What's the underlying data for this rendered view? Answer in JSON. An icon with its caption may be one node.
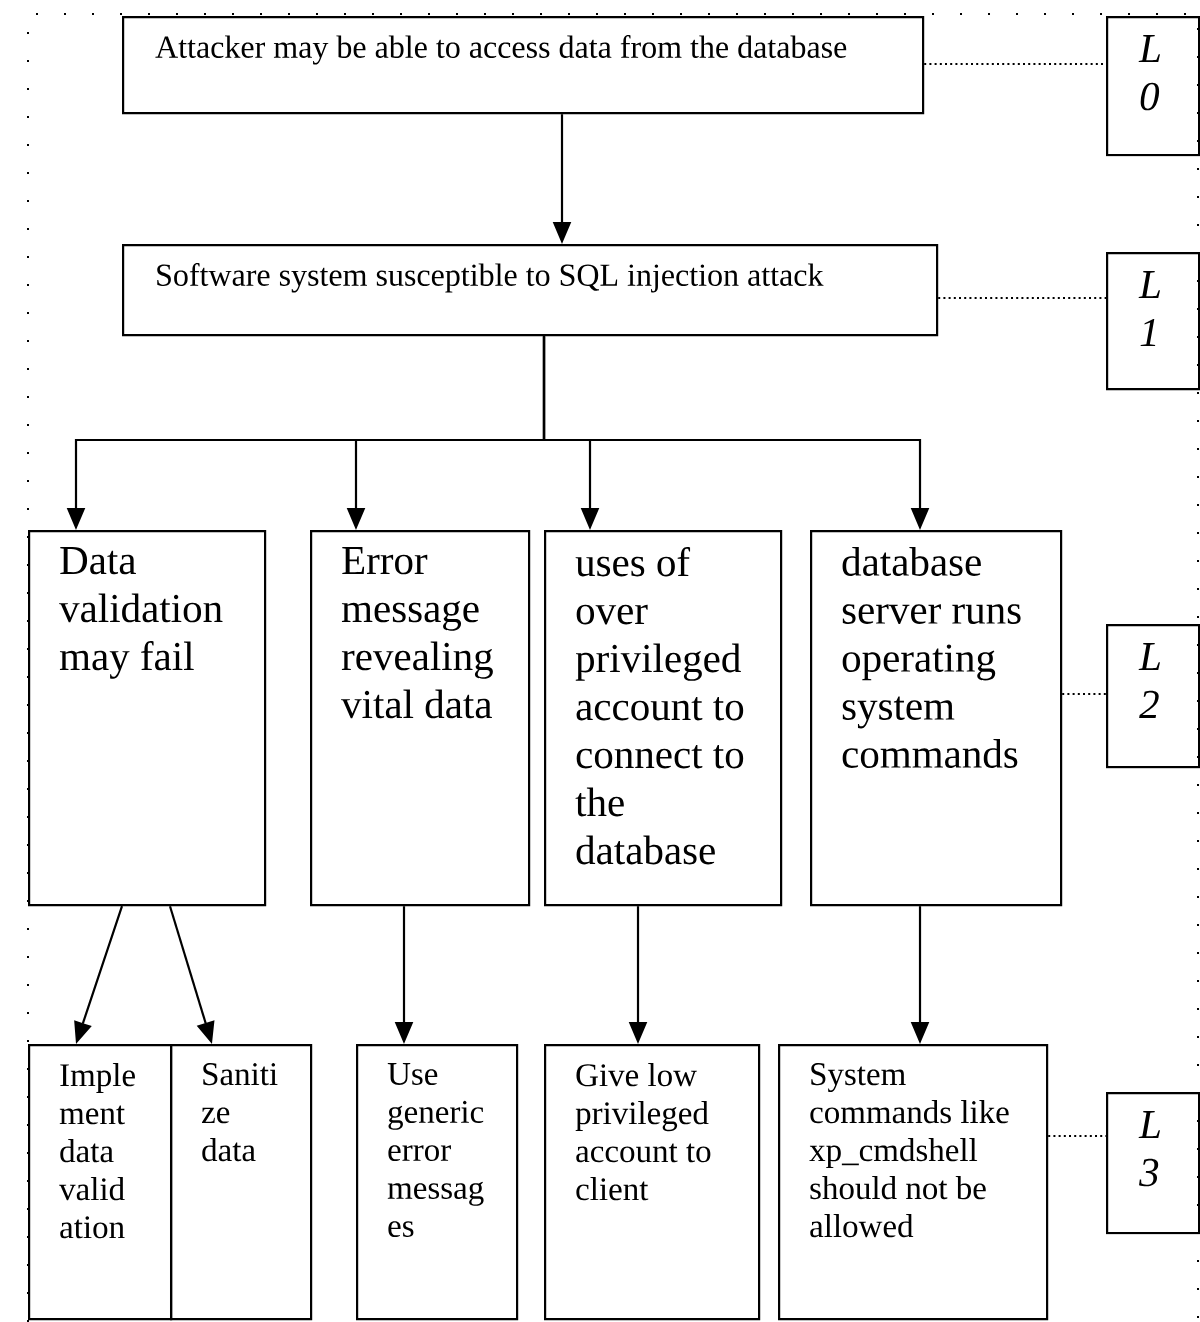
{
  "diagram": {
    "nodes": [
      {
        "text": [
          "Attacker may be able to access data from the database"
        ]
      },
      {
        "text": [
          "Software system susceptible to SQL injection attack"
        ]
      },
      {
        "text": [
          "Data validation may fail"
        ]
      },
      {
        "text": [
          "Error message revealing vital data"
        ]
      },
      {
        "text": [
          "uses of over privileged account to connect to the database"
        ]
      },
      {
        "text": [
          "database server runs operating system commands"
        ]
      },
      {
        "text": [
          "Imple ment data valid ation"
        ]
      },
      {
        "text": [
          "Saniti ze data"
        ]
      },
      {
        "text": [
          "Use generic error messag es"
        ]
      },
      {
        "text": [
          "Give low privileged account to client"
        ]
      },
      {
        "text": [
          "System commands like xp_cmdshell should not be allowed"
        ]
      },
      {
        "text": [
          "L 0"
        ]
      },
      {
        "text": [
          "L 1"
        ]
      },
      {
        "text": [
          "L 2"
        ]
      },
      {
        "text": [
          "L 3"
        ]
      }
    ],
    "edges": [
      {
        "from": 0,
        "to": 1,
        "arrow": "to"
      },
      {
        "from": 1,
        "to": 2,
        "arrow": "to"
      },
      {
        "from": 1,
        "to": 3,
        "arrow": "to"
      },
      {
        "from": 1,
        "to": 4,
        "arrow": "to"
      },
      {
        "from": 1,
        "to": 5,
        "arrow": "to"
      },
      {
        "from": 2,
        "to": 6,
        "arrow": "to"
      },
      {
        "from": 2,
        "to": 7,
        "arrow": "to"
      },
      {
        "from": 3,
        "to": 8,
        "arrow": "to"
      },
      {
        "from": 4,
        "to": 9,
        "arrow": "to"
      },
      {
        "from": 5,
        "to": 10,
        "arrow": "to"
      },
      {
        "from": 0,
        "to": 11,
        "arrow": "none",
        "style": "dashed"
      },
      {
        "from": 1,
        "to": 12,
        "arrow": "none",
        "style": "dashed"
      },
      {
        "from": 5,
        "to": 13,
        "arrow": "none",
        "style": "dashed"
      },
      {
        "from": 10,
        "to": 14,
        "arrow": "none",
        "style": "dashed"
      }
    ]
  }
}
